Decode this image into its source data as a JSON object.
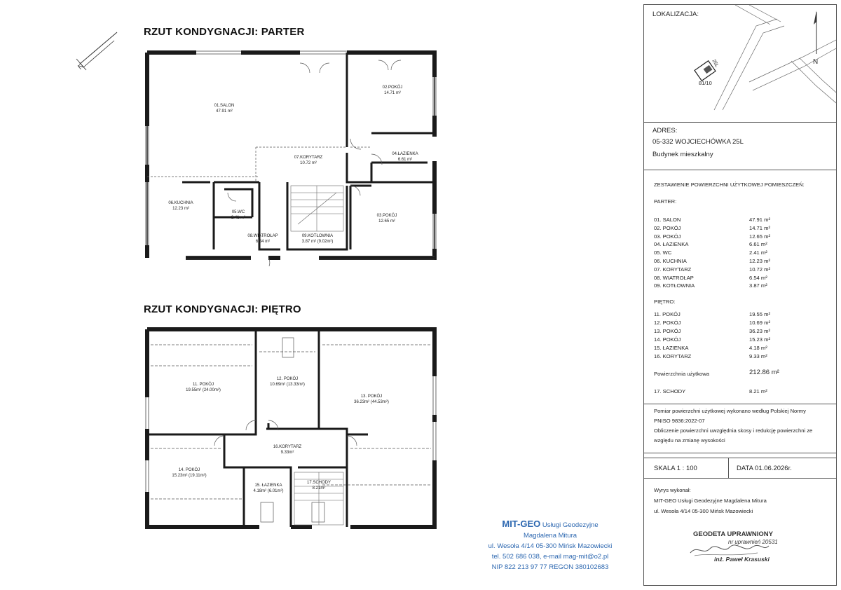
{
  "titles": {
    "parter": "RZUT KONDYGNACJI: PARTER",
    "pietro": "RZUT KONDYGNACJI: PIĘTRO"
  },
  "north_label": "N",
  "rooms_parter": [
    {
      "name": "01.SALON",
      "area": "47.91 m²"
    },
    {
      "name": "02.POKÓJ",
      "area": "14.71 m²"
    },
    {
      "name": "03.POKÓJ",
      "area": "12.65 m²"
    },
    {
      "name": "04.ŁAZIENKA",
      "area": "6.61 m²"
    },
    {
      "name": "05.WC",
      "area": "2.41 m²"
    },
    {
      "name": "06.KUCHNIA",
      "area": "12.23 m²"
    },
    {
      "name": "07.KORYTARZ",
      "area": "10.72 m²"
    },
    {
      "name": "08.WIATROŁAP",
      "area": "6.54 m²"
    },
    {
      "name": "09.KOTŁOWNIA",
      "area": "3.87 m² (9.02m²)"
    }
  ],
  "rooms_pietro": [
    {
      "name": "11. POKÓJ",
      "area": "19.55m² (24.00m²)"
    },
    {
      "name": "12. POKÓJ",
      "area": "10.69m² (13.33m²)"
    },
    {
      "name": "13. POKÓJ",
      "area": "36.23m² (44.53m²)"
    },
    {
      "name": "14. POKÓJ",
      "area": "15.23m² (19.11m²)"
    },
    {
      "name": "15. ŁAZIENKA",
      "area": "4.18m² (6.01m²)"
    },
    {
      "name": "16.KORYTARZ",
      "area": "9.33m²"
    },
    {
      "name": "17.SCHODY",
      "area": "8.21m²"
    }
  ],
  "location": {
    "label": "LOKALIZACJA:",
    "parcel": "81/10",
    "house_no": "25L",
    "north": "N"
  },
  "address": {
    "label": "ADRES:",
    "street": "05-332 WOJCIECHÓWKA 25L",
    "type": "Budynek mieszkalny"
  },
  "summary": {
    "title": "ZESTAWIENIE POWIERZCHNI UŻYTKOWEJ POMIESZCZEŃ:",
    "parter_label": "PARTER:",
    "parter_rows": [
      {
        "name": "01. SALON",
        "area": "47.91 m²"
      },
      {
        "name": "02. POKÓJ",
        "area": "14.71 m²"
      },
      {
        "name": "03. POKÓJ",
        "area": "12.65 m²"
      },
      {
        "name": "04. ŁAZIENKA",
        "area": "6.61 m²"
      },
      {
        "name": "05. WC",
        "area": "2.41 m²"
      },
      {
        "name": "06. KUCHNIA",
        "area": "12.23 m²"
      },
      {
        "name": "07. KORYTARZ",
        "area": "10.72 m²"
      },
      {
        "name": "08. WIATROŁAP",
        "area": "6.54 m²"
      },
      {
        "name": "09. KOTŁOWNIA",
        "area": "3.87 m²"
      }
    ],
    "pietro_label": "PIĘTRO:",
    "pietro_rows": [
      {
        "name": "11. POKÓJ",
        "area": "19.55 m²"
      },
      {
        "name": "12. POKÓJ",
        "area": "10.69 m²"
      },
      {
        "name": "13. POKÓJ",
        "area": "36.23 m²"
      },
      {
        "name": "14. POKÓJ",
        "area": "15.23 m²"
      },
      {
        "name": "15. ŁAZIENKA",
        "area": "4.18 m²"
      },
      {
        "name": "16. KORYTARZ",
        "area": "9.33 m²"
      }
    ],
    "total_label": "Powierzchnia użytkowa",
    "total_value": "212.86 m²",
    "stairs_name": "17. SCHODY",
    "stairs_area": "8.21 m²"
  },
  "notes": {
    "line1": "Pomiar powierzchni użytkowej wykonano według Polskiej Normy",
    "line2": "PNISO 9836:2022-07",
    "line3": "Obliczenie powierzchni uwzględnia skosy i redukcję powierzchni ze",
    "line4": "względu na zmianę wysokości"
  },
  "scale": "SKALA 1 : 100",
  "date": "DATA 01.06.2026r.",
  "author": {
    "label": "Wyrys wykonał:",
    "company": "MIT-GEO Usługi Geodezyjne Magdalena Mitura",
    "address": "ul. Wesoła 4/14   05-300 Mińsk Mazowiecki"
  },
  "stamp": {
    "title": "GEODETA UPRAWNIONY",
    "license": "nr uprawnień 20531",
    "name": "inż. Paweł Krasuski"
  },
  "company_block": {
    "brand": "MIT-GEO",
    "brand_rest": " Usługi Geodezyjne",
    "owner": "Magdalena Mitura",
    "address": "ul. Wesoła 4/14   05-300 Mińsk Mazowiecki",
    "contact": "tel. 502 686 038,    e-mail mag-mit@o2.pl",
    "ids": "NIP  822 213 97 77    REGON 380102683"
  },
  "colors": {
    "brand_blue": "#2c67b0",
    "wall": "#1a1a1a"
  }
}
